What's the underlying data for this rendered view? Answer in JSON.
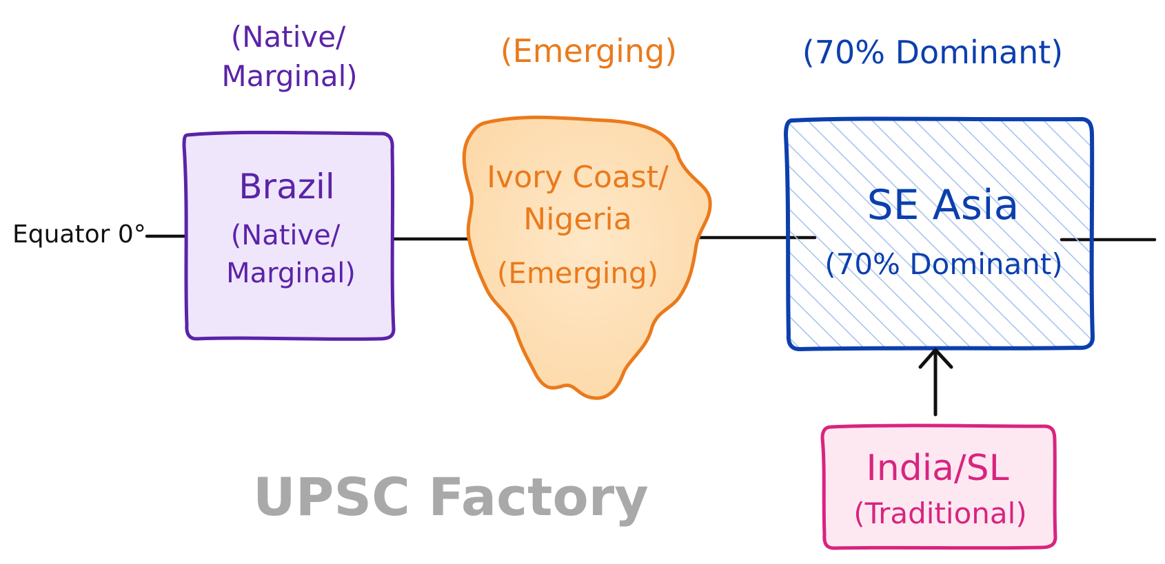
{
  "equator": {
    "label": "Equator 0°"
  },
  "regions": [
    {
      "key": "brazil",
      "top_label": [
        "(Native/",
        "Marginal)"
      ],
      "name": "Brazil",
      "status": [
        "(Native/",
        "Marginal)"
      ],
      "color": "#5b23a8",
      "fill": "#efe6fb"
    },
    {
      "key": "west-africa",
      "top_label": [
        "(Emerging)"
      ],
      "name": [
        "Ivory Coast/",
        "Nigeria"
      ],
      "status": [
        "(Emerging)"
      ],
      "color": "#ea7a1c",
      "fill": "#fde2bd"
    },
    {
      "key": "se-asia",
      "top_label": [
        "(70% Dominant)"
      ],
      "name": "SE Asia",
      "status": [
        "(70% Dominant)"
      ],
      "color": "#0b3fae",
      "fill": "#ffffff",
      "hatch": "#a8c4ea"
    },
    {
      "key": "india-sl",
      "name": "India/SL",
      "status": [
        "(Traditional)"
      ],
      "color": "#d8247e",
      "fill": "#fde8f2"
    }
  ],
  "watermark": {
    "text": "UPSC Factory",
    "color": "#a9a9a9"
  },
  "arrow": {
    "from": "india-sl",
    "to": "se-asia"
  }
}
